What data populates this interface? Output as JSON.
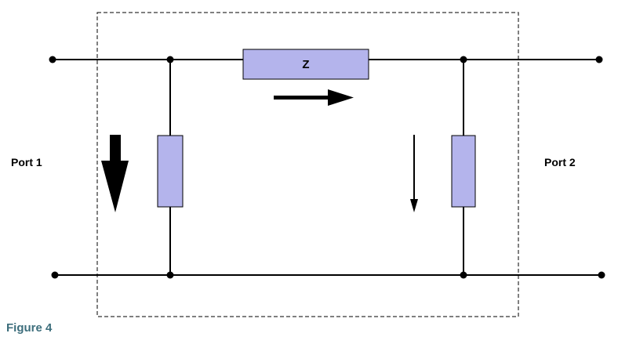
{
  "diagram": {
    "series_element_label": "Z",
    "port_left_label": "Port 1",
    "port_right_label": "Port 2"
  },
  "caption": "Figure 4",
  "colors": {
    "resistor_fill": "#b4b4ec",
    "wire": "#000000",
    "caption": "#3d6e7c",
    "boundary": "#000000"
  }
}
